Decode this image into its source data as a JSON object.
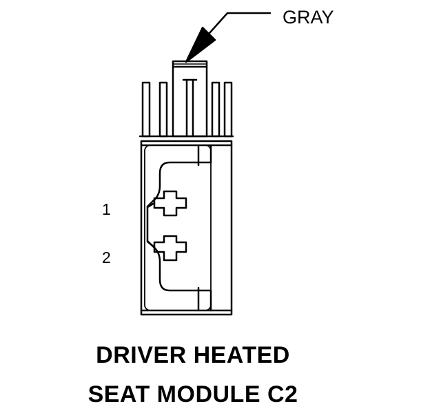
{
  "callout": {
    "color_label": "GRAY"
  },
  "pins": [
    {
      "number": "1"
    },
    {
      "number": "2"
    }
  ],
  "caption": {
    "line1": "DRIVER HEATED",
    "line2": "SEAT MODULE C2"
  }
}
